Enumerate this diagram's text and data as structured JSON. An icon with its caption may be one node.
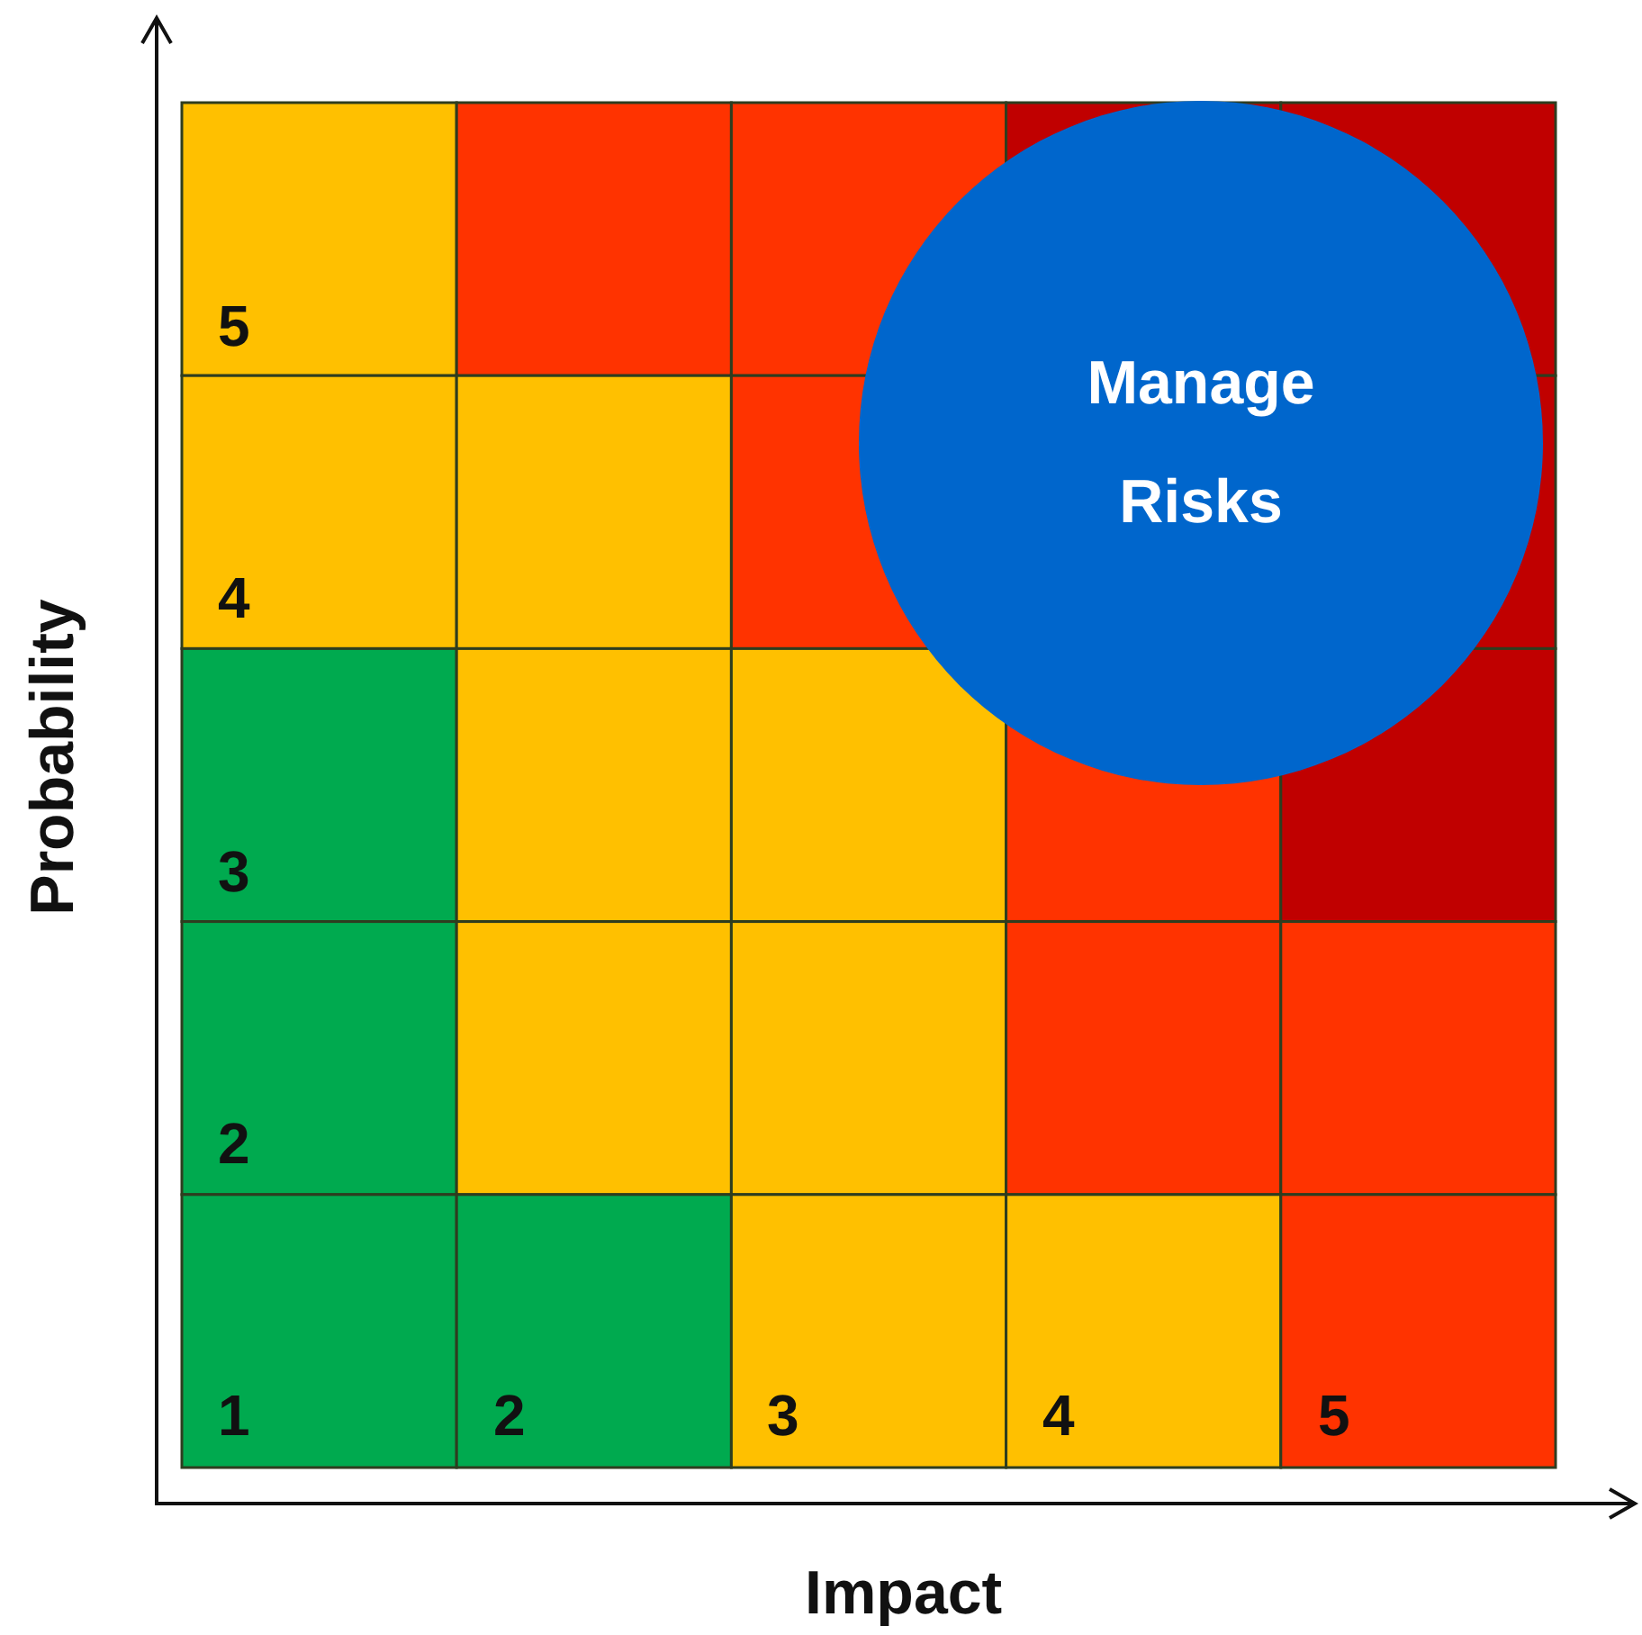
{
  "diagram": {
    "nodes": [
      {
        "text": [
          "Manage Risks"
        ]
      }
    ],
    "labels": [
      "Probability",
      "5",
      "4",
      "3",
      "2",
      "1",
      "2",
      "3",
      "4",
      "5",
      "Impact"
    ]
  }
}
